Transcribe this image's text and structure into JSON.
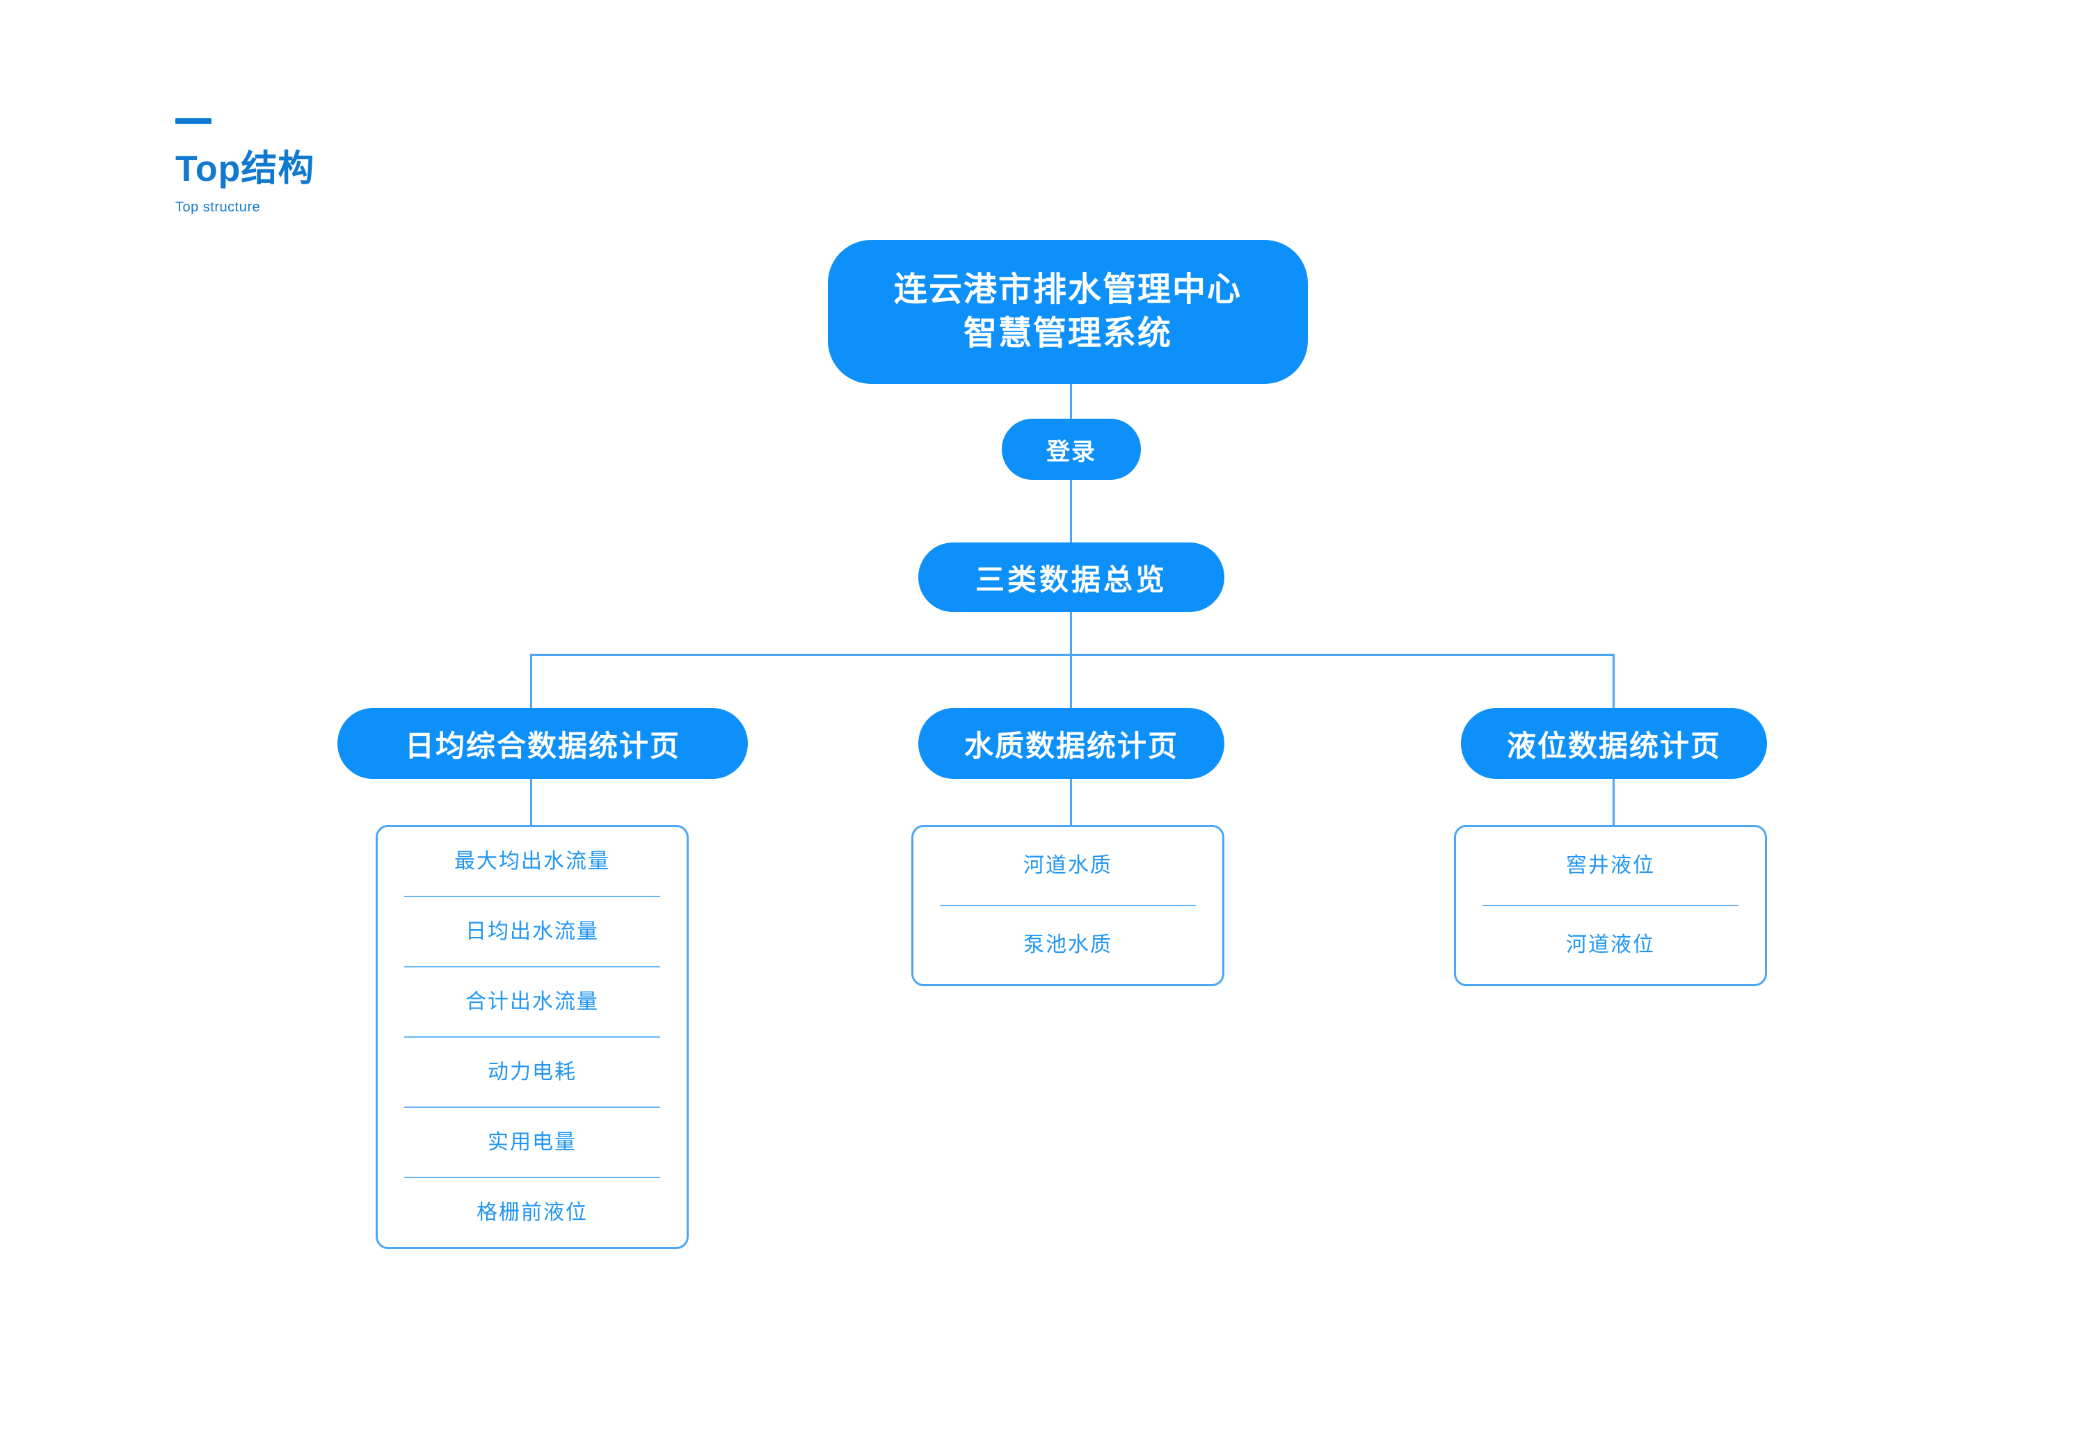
{
  "page": {
    "background_color": "#ffffff",
    "node_fill_color": "#0d90fa",
    "connector_color": "#4da6f5",
    "accent_color": "#0b7ad4",
    "list_text_color": "#2196f3"
  },
  "header": {
    "title": "Top结构",
    "subtitle": "Top structure",
    "accent_bar": "accent-bar"
  },
  "tree": {
    "root": {
      "line1": "连云港市排水管理中心",
      "line2": "智慧管理系统"
    },
    "login": {
      "label": "登录"
    },
    "overview": {
      "label": "三类数据总览"
    },
    "branches": [
      {
        "label": "日均综合数据统计页",
        "items": [
          "最大均出水流量",
          "日均出水流量",
          "合计出水流量",
          "动力电耗",
          "实用电量",
          "格栅前液位"
        ]
      },
      {
        "label": "水质数据统计页",
        "items": [
          "河道水质",
          "泵池水质"
        ]
      },
      {
        "label": "液位数据统计页",
        "items": [
          "窖井液位",
          "河道液位"
        ]
      }
    ]
  }
}
